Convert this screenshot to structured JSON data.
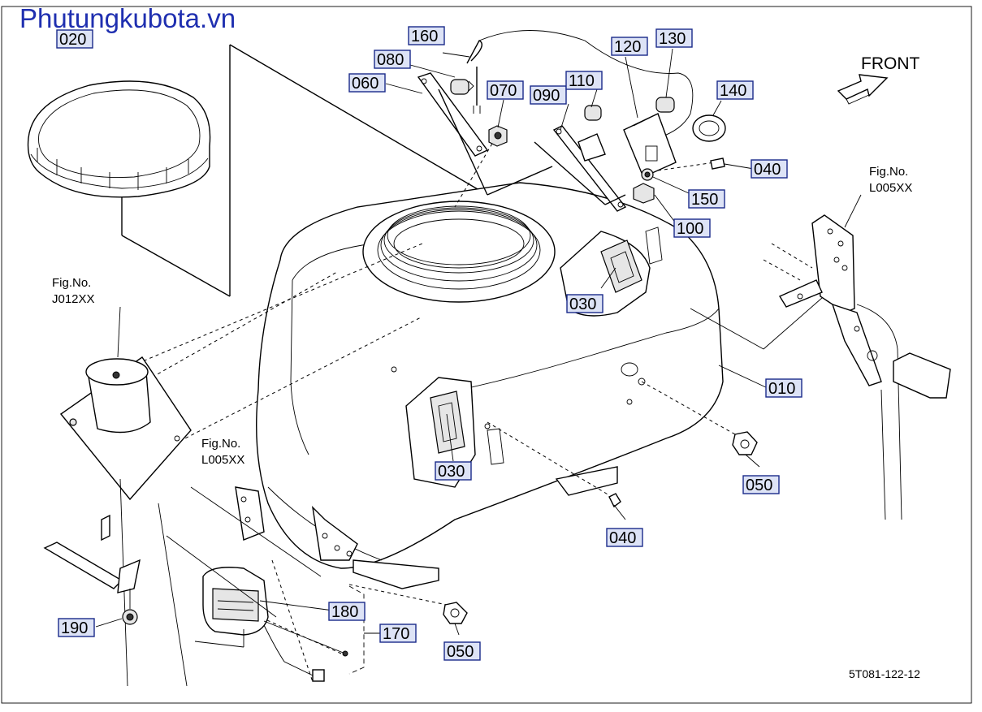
{
  "watermark": "Phutungkubota.vn",
  "front_label": "FRONT",
  "drawing_code": "5T081-122-12",
  "fig_refs": [
    {
      "line1": "Fig.No.",
      "line2": "J012XX"
    },
    {
      "line1": "Fig.No.",
      "line2": "L005XX"
    },
    {
      "line1": "Fig.No.",
      "line2": "L005XX"
    }
  ],
  "parts": [
    {
      "id": "020"
    },
    {
      "id": "160"
    },
    {
      "id": "080"
    },
    {
      "id": "060"
    },
    {
      "id": "070"
    },
    {
      "id": "090"
    },
    {
      "id": "110"
    },
    {
      "id": "120"
    },
    {
      "id": "130"
    },
    {
      "id": "140"
    },
    {
      "id": "040"
    },
    {
      "id": "150"
    },
    {
      "id": "100"
    },
    {
      "id": "030"
    },
    {
      "id": "010"
    },
    {
      "id": "030"
    },
    {
      "id": "050"
    },
    {
      "id": "040"
    },
    {
      "id": "180"
    },
    {
      "id": "170"
    },
    {
      "id": "190"
    },
    {
      "id": "050"
    }
  ]
}
